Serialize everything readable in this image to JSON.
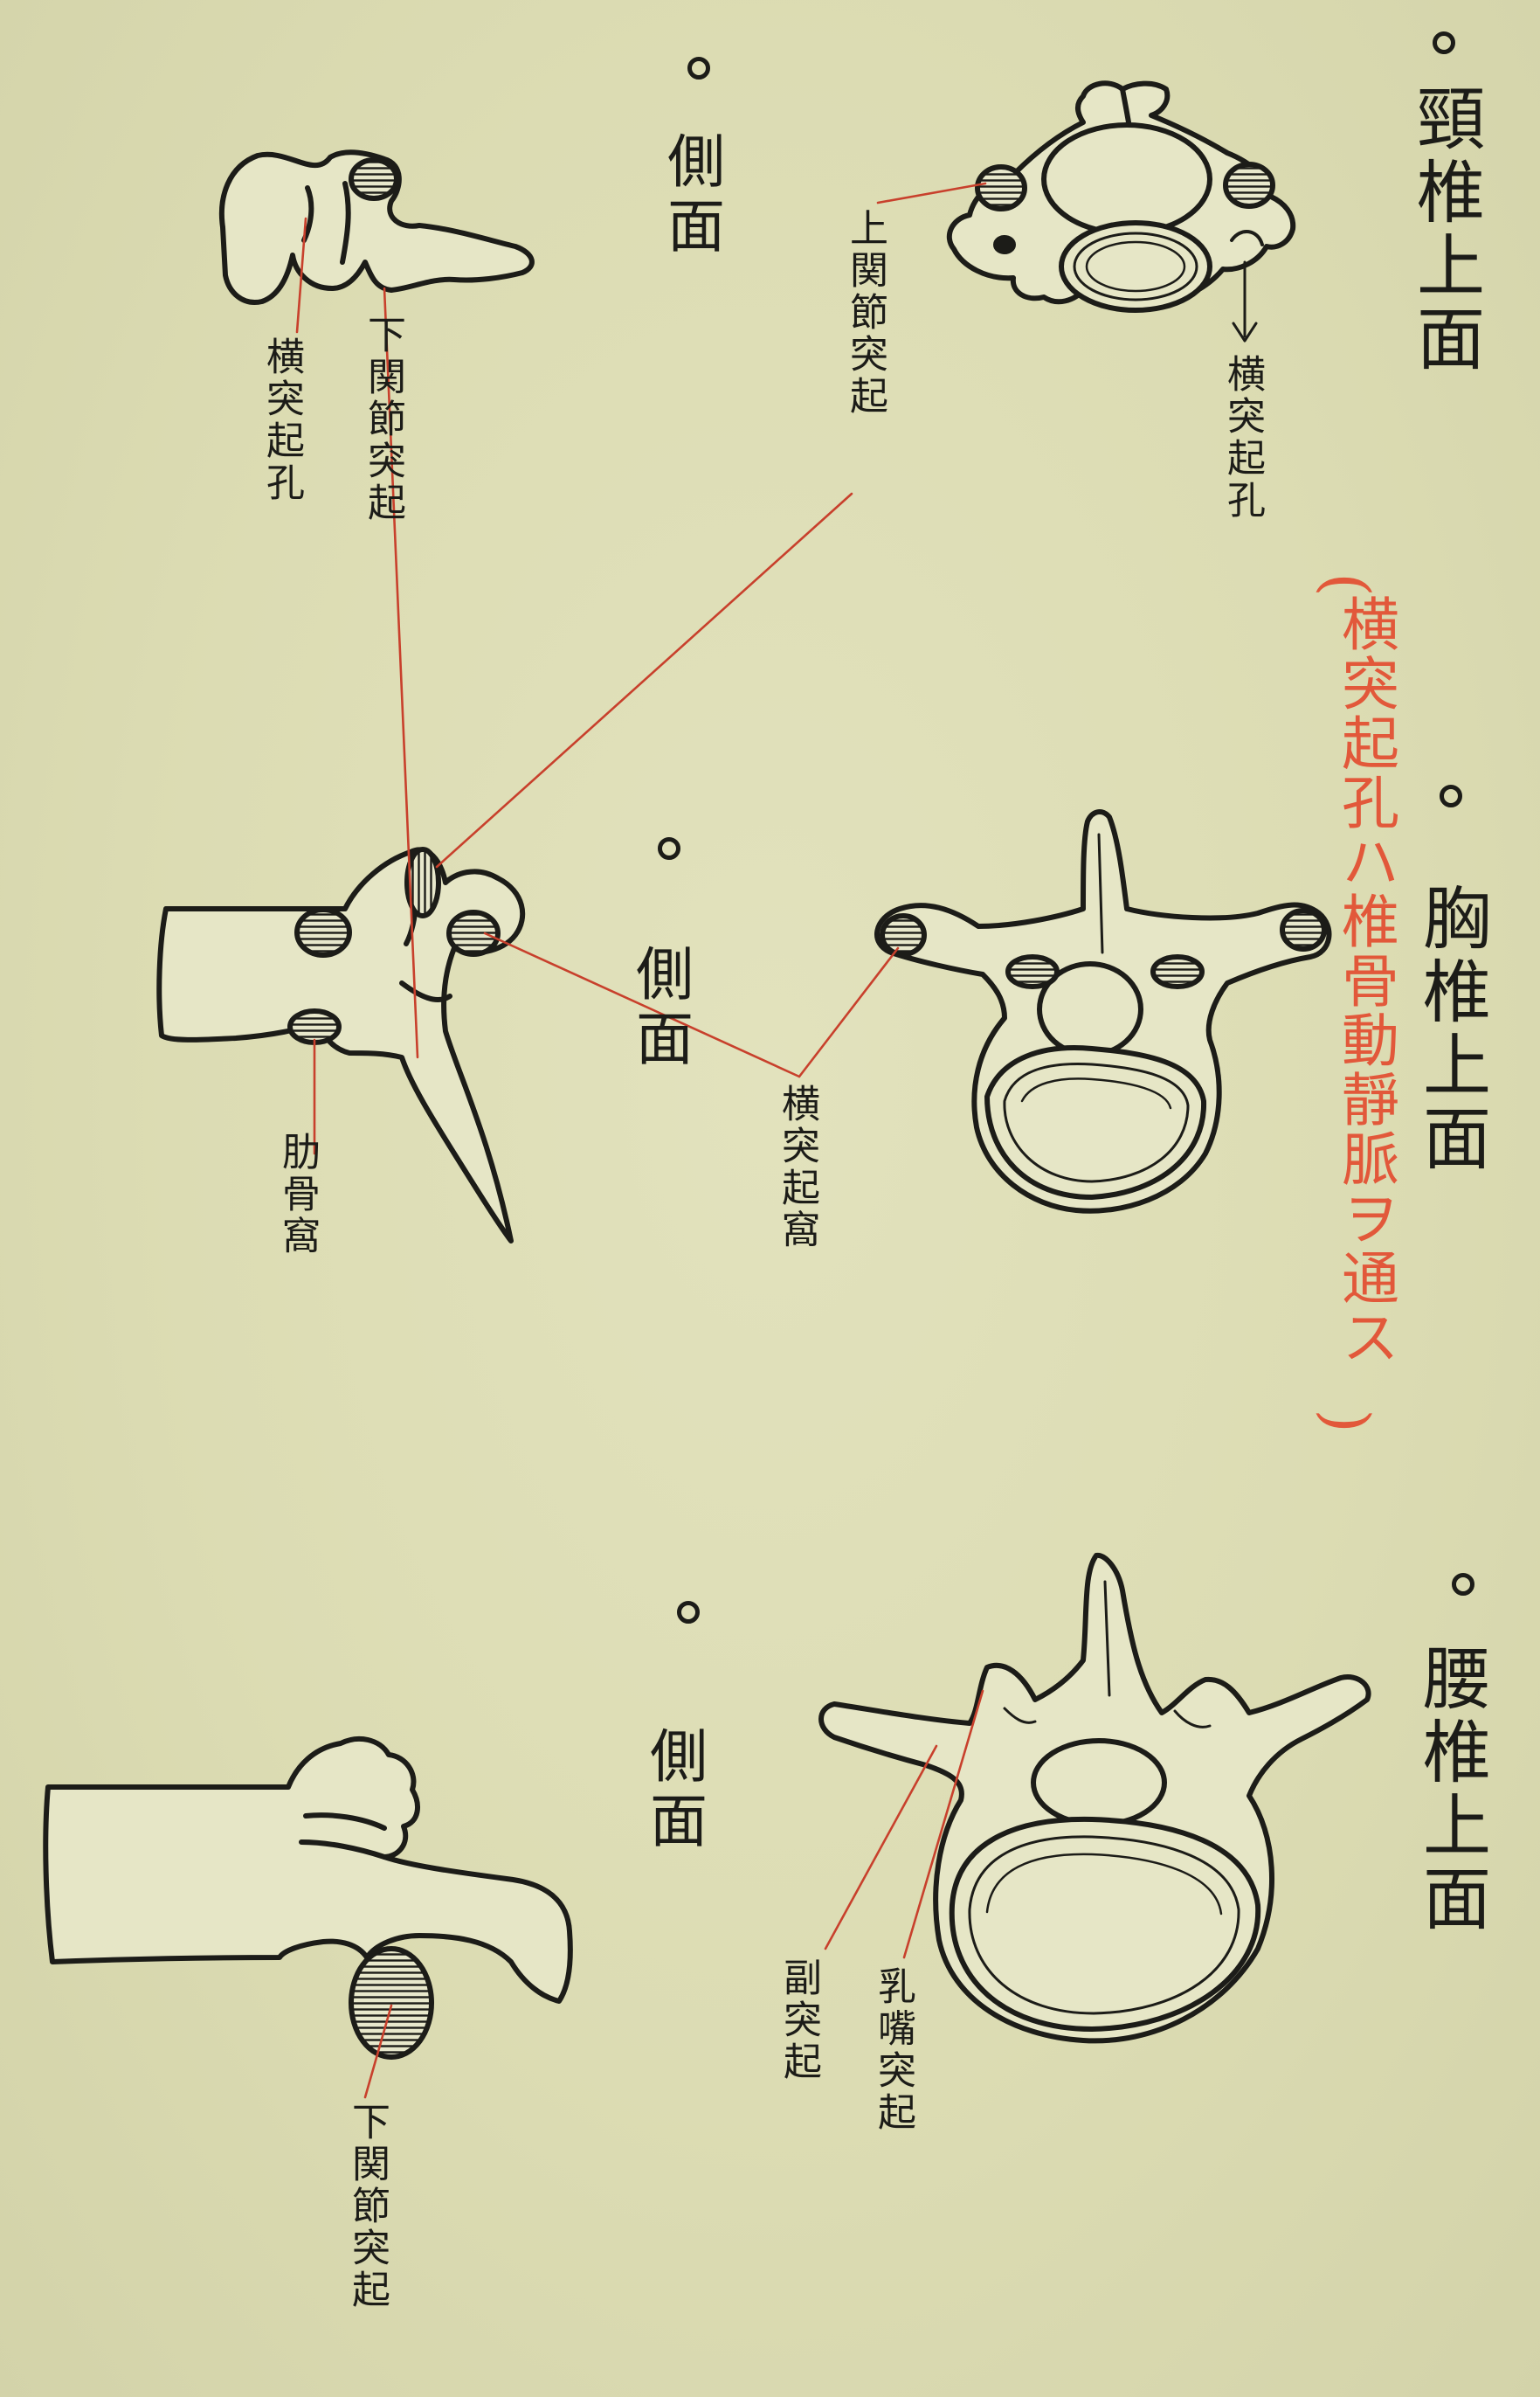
{
  "colors": {
    "paper": "#dcdcb4",
    "ink": "#1c1c18",
    "leader_line": "#c8402c",
    "annotation": "#e2583a"
  },
  "sections": [
    {
      "id": "cervical",
      "title": "頸椎上面",
      "side_label": "側面",
      "labels": [
        "上関節突起",
        "横突起孔",
        "横突起孔",
        "下関節突起"
      ]
    },
    {
      "id": "thoracic",
      "title": "胸椎上面",
      "side_label": "側面",
      "labels": [
        "肋骨窩",
        "横突起窩"
      ],
      "annotation": "横突起孔ハ椎骨動靜脈ヲ通ス"
    },
    {
      "id": "lumbar",
      "title": "腰椎上面",
      "side_label": "側面",
      "labels": [
        "副突起",
        "乳嘴突起",
        "下関節突起"
      ]
    }
  ]
}
